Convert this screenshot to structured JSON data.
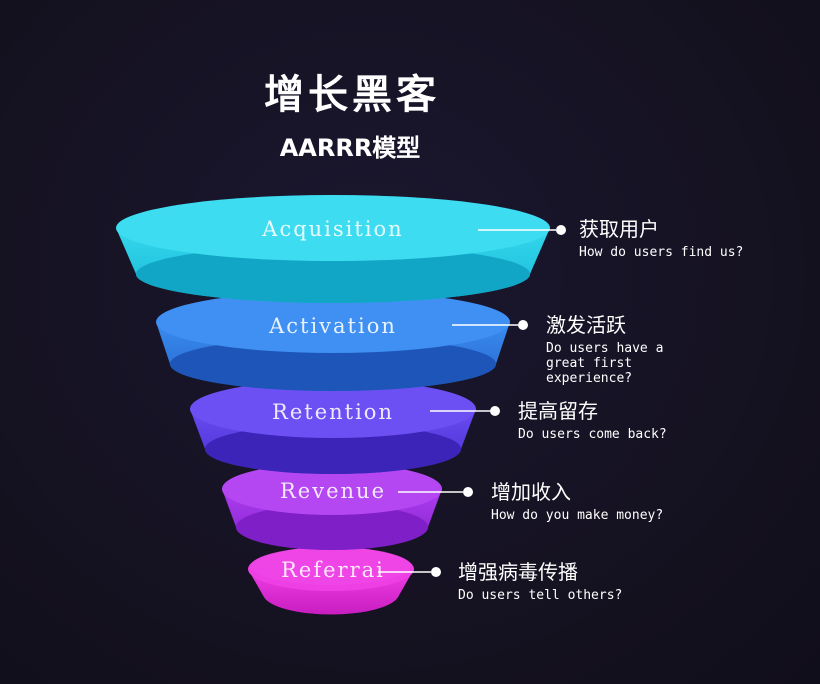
{
  "header": {
    "title": "增长黑客",
    "subtitle": "AARRR模型"
  },
  "stages": [
    {
      "label": "Acquisition",
      "cn": "获取用户",
      "en": "How do users find us?",
      "color": "#22c9e3"
    },
    {
      "label": "Activation",
      "cn": "激发活跃",
      "en": "Do users have a great first experience?",
      "color": "#2d7ee0"
    },
    {
      "label": "Retention",
      "cn": "提高留存",
      "en": "Do users come back?",
      "color": "#5a3fe3"
    },
    {
      "label": "Revenue",
      "cn": "增加收入",
      "en": "How do you make money?",
      "color": "#9b2fe6"
    },
    {
      "label": "Referrai",
      "cn": "增强病毒传播",
      "en": "Do users tell others?",
      "color": "#e52ad9"
    }
  ]
}
